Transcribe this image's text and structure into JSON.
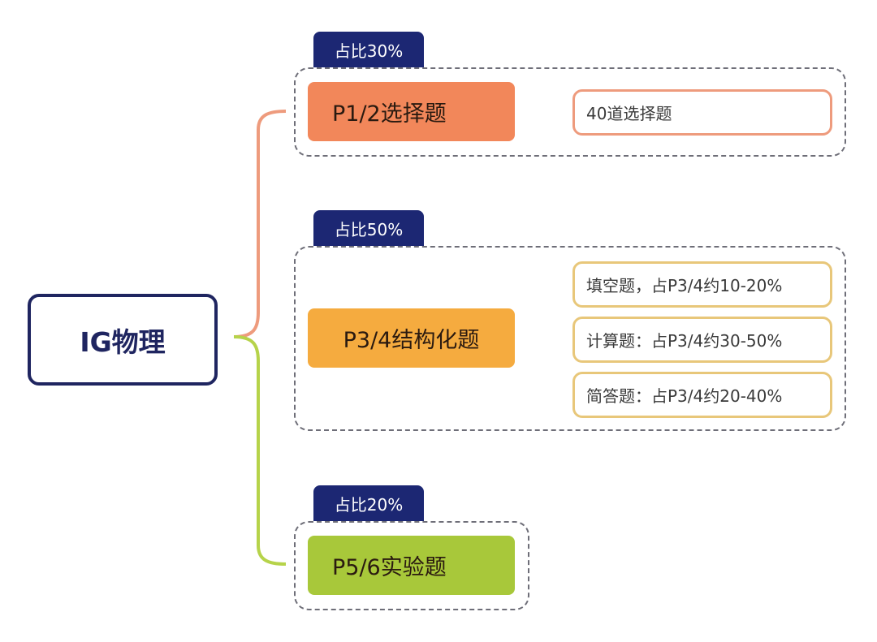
{
  "root": {
    "label": "IG物理"
  },
  "colors": {
    "navy": "#1c2773",
    "orange": "#f2875a",
    "amber": "#f5ab3f",
    "lime": "#a8c83a",
    "connector_orange": "#ee9b7d",
    "connector_green": "#b6d34a"
  },
  "groups": [
    {
      "tag": "占比30%",
      "branch": "P1/2选择题",
      "leaves": [
        "40道选择题"
      ]
    },
    {
      "tag": "占比50%",
      "branch": "P3/4结构化题",
      "leaves": [
        "填空题，占P3/4约10-20%",
        "计算题：占P3/4约30-50%",
        "简答题：占P3/4约20-40%"
      ]
    },
    {
      "tag": "占比20%",
      "branch": "P5/6实验题",
      "leaves": []
    }
  ]
}
